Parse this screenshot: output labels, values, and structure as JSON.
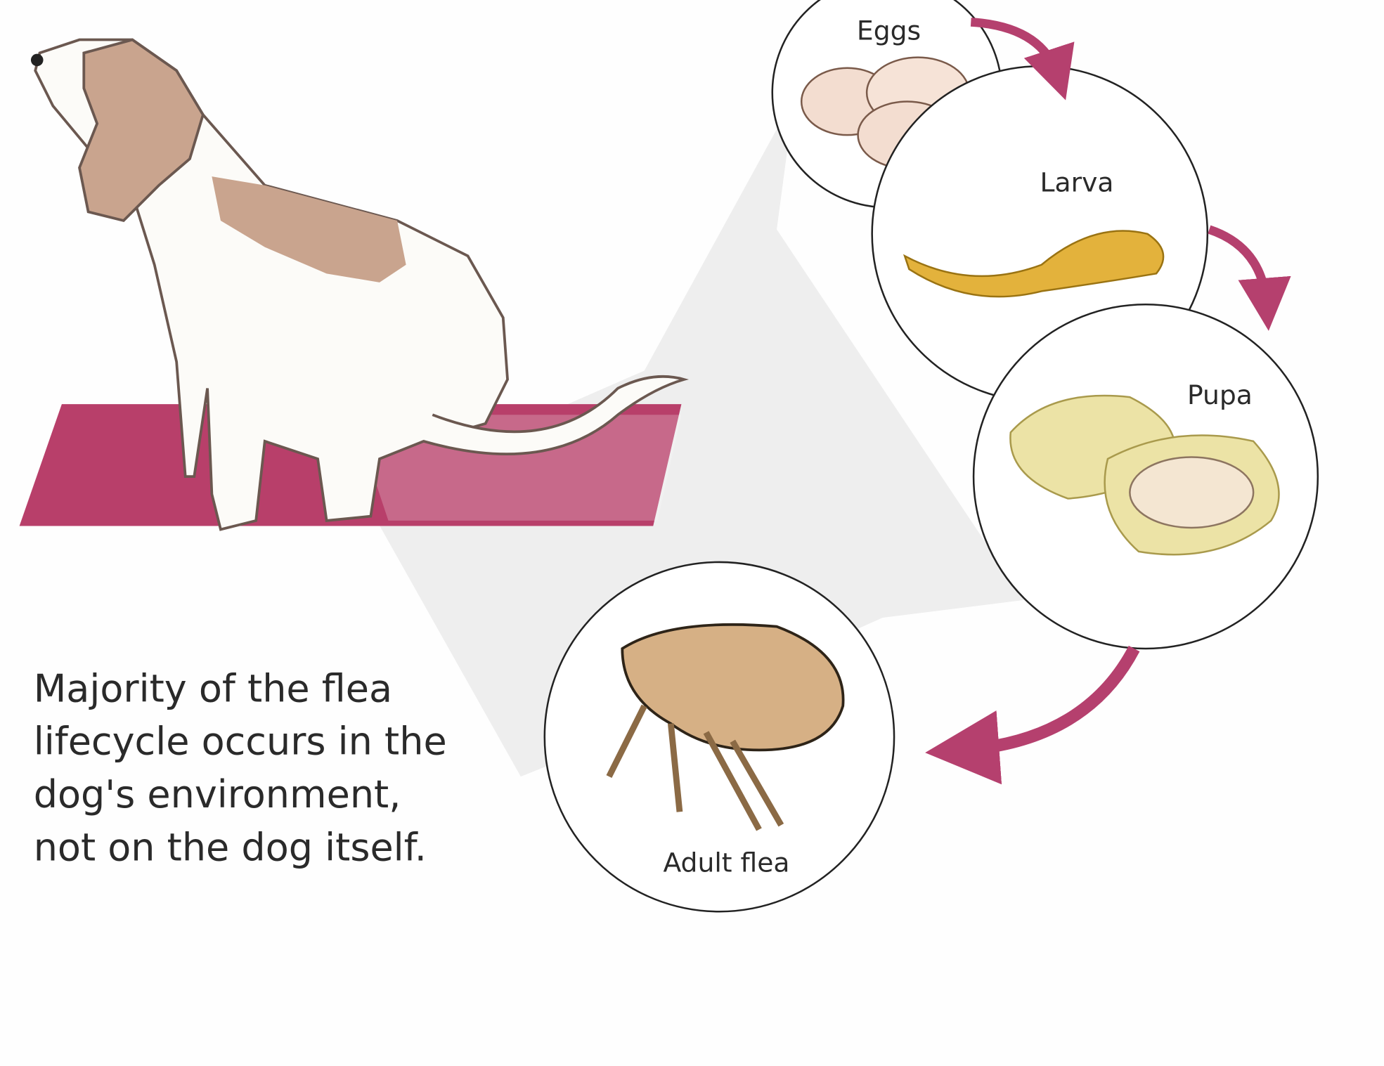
{
  "caption": {
    "lines": [
      "Majority of the flea",
      "lifecycle occurs in the",
      "dog's environment,",
      "not on the dog itself."
    ]
  },
  "stages": {
    "eggs": "Eggs",
    "larva": "Larva",
    "pupa": "Pupa",
    "adult": "Adult flea"
  },
  "colors": {
    "arrow": "#b5406e",
    "mat": "#b83f6a",
    "dog_patch": "#c9a48e",
    "larva": "#e3b23c",
    "pupa": "#ece3a6",
    "flea": "#d6b085",
    "beam": "#e6e6e6"
  }
}
